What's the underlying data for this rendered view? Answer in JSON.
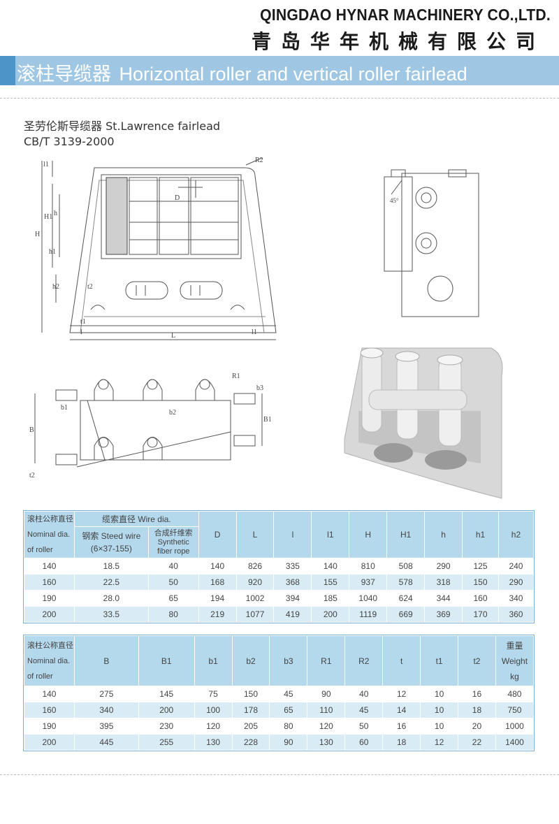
{
  "header": {
    "company_en": "QINGDAO HYNAR MACHINERY CO.,LTD.",
    "company_cn": "青岛华年机械有限公司"
  },
  "title": {
    "cn": "滚柱导缆器",
    "en": "Horizontal roller and vertical roller fairlead"
  },
  "subtitle": {
    "line1": "圣劳伦斯导缆器  St.Lawrence fairlead",
    "line2": "CB/T 3139-2000"
  },
  "drawing_labels": {
    "l1": "l1",
    "H1": "H1",
    "h": "h",
    "H": "H",
    "h1": "h1",
    "h2": "h2",
    "t2": "t2",
    "t1": "t1",
    "L": "L",
    "l": "l",
    "D": "D",
    "R2": "R2",
    "R1": "R1",
    "b1": "b1",
    "b2": "b2",
    "b3": "b3",
    "B": "B",
    "B1": "B1",
    "angle": "45°"
  },
  "table1": {
    "header": {
      "nominal": [
        "滚柱公称直径",
        "Nominal dia.",
        "of roller"
      ],
      "wire": "缆索直径 Wire dia.",
      "steel": [
        "钢索 Steed wire",
        "(6×37-155)"
      ],
      "synthetic": [
        "合成纤维索",
        "Synthetic",
        "fiber rope"
      ],
      "cols": [
        "D",
        "L",
        "l",
        "l1",
        "H",
        "H1",
        "h",
        "h1",
        "h2"
      ]
    },
    "rows": [
      [
        "140",
        "18.5",
        "40",
        "140",
        "826",
        "335",
        "140",
        "810",
        "508",
        "290",
        "125",
        "240"
      ],
      [
        "160",
        "22.5",
        "50",
        "168",
        "920",
        "368",
        "155",
        "937",
        "578",
        "318",
        "150",
        "290"
      ],
      [
        "190",
        "28.0",
        "65",
        "194",
        "1002",
        "394",
        "185",
        "1040",
        "624",
        "344",
        "160",
        "340"
      ],
      [
        "200",
        "33.5",
        "80",
        "219",
        "1077",
        "419",
        "200",
        "1119",
        "669",
        "369",
        "170",
        "360"
      ]
    ]
  },
  "table2": {
    "header": {
      "nominal": [
        "滚柱公称直径",
        "Nominal dia.",
        "of roller"
      ],
      "cols": [
        "B",
        "B1",
        "b1",
        "b2",
        "b3",
        "R1",
        "R2",
        "t",
        "t1",
        "t2"
      ],
      "weight": [
        "重量",
        "Weight",
        "kg"
      ]
    },
    "rows": [
      [
        "140",
        "275",
        "145",
        "75",
        "150",
        "45",
        "90",
        "40",
        "12",
        "10",
        "16",
        "480"
      ],
      [
        "160",
        "340",
        "200",
        "100",
        "178",
        "65",
        "110",
        "45",
        "14",
        "10",
        "18",
        "750"
      ],
      [
        "190",
        "395",
        "230",
        "120",
        "205",
        "80",
        "120",
        "50",
        "16",
        "10",
        "20",
        "1000"
      ],
      [
        "200",
        "445",
        "255",
        "130",
        "228",
        "90",
        "130",
        "60",
        "18",
        "12",
        "22",
        "1400"
      ]
    ]
  },
  "colors": {
    "title_band": "#9fc7e3",
    "title_band_dark": "#4d95c8",
    "table_header": "#b4d8ec",
    "table_row_alt": "#d9ecf6"
  }
}
